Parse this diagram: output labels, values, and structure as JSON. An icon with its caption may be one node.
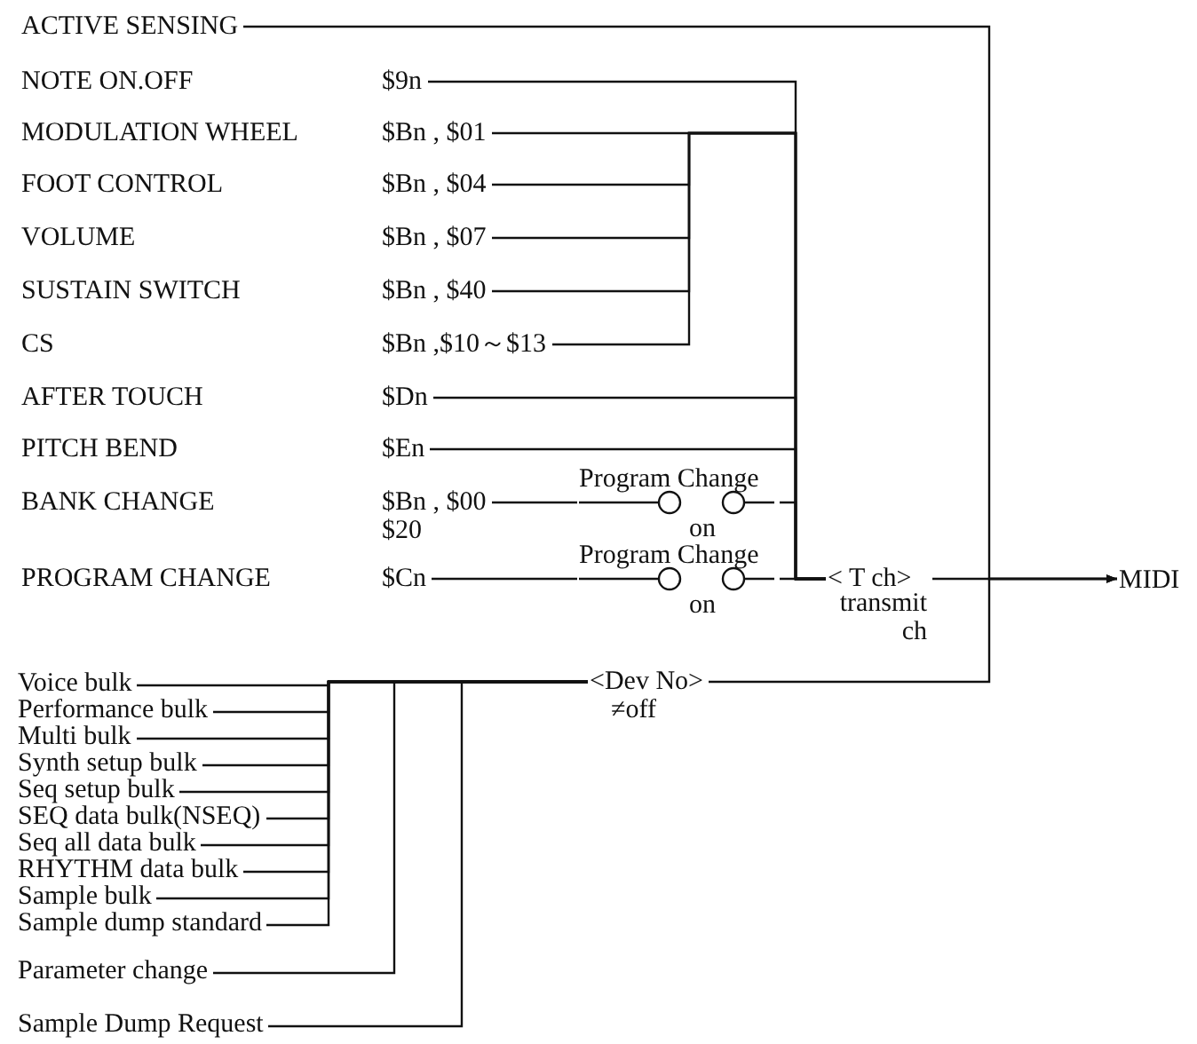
{
  "diagram": {
    "nodes": [
      {
        "text": [
          "ACTIVE SENSING"
        ]
      },
      {
        "text": [
          "NOTE ON.OFF",
          "$9n"
        ]
      },
      {
        "text": [
          "MODULATION WHEEL",
          "$Bn , $01"
        ]
      },
      {
        "text": [
          "FOOT CONTROL",
          "$Bn , $04"
        ]
      },
      {
        "text": [
          "VOLUME",
          "$Bn , $07"
        ]
      },
      {
        "text": [
          "SUSTAIN SWITCH",
          "$Bn , $40"
        ]
      },
      {
        "text": [
          "CS",
          "$Bn ,$10～$13"
        ]
      },
      {
        "text": [
          "AFTER TOUCH",
          "$Dn"
        ]
      },
      {
        "text": [
          "PITCH BEND",
          "$En"
        ]
      },
      {
        "text": [
          "BANK CHANGE",
          "$Bn , $00 $20"
        ]
      },
      {
        "text": [
          "PROGRAM CHANGE",
          "$Cn"
        ]
      },
      {
        "text": [
          "Program Change",
          "on"
        ]
      },
      {
        "text": [
          "Program Change",
          "on"
        ]
      },
      {
        "text": [
          "< T ch>",
          "transmit ch"
        ]
      },
      {
        "text": [
          "MIDI"
        ]
      },
      {
        "text": [
          "<Dev No>",
          "≠off"
        ]
      },
      {
        "text": [
          "Voice bulk"
        ]
      },
      {
        "text": [
          "Performance bulk"
        ]
      },
      {
        "text": [
          "Multi bulk"
        ]
      },
      {
        "text": [
          "Synth setup bulk"
        ]
      },
      {
        "text": [
          "Seq setup bulk"
        ]
      },
      {
        "text": [
          "SEQ data bulk(NSEQ)"
        ]
      },
      {
        "text": [
          "Seq all data bulk"
        ]
      },
      {
        "text": [
          "RHYTHM data bulk"
        ]
      },
      {
        "text": [
          "Sample bulk"
        ]
      },
      {
        "text": [
          "Sample dump standard"
        ]
      },
      {
        "text": [
          "Parameter change"
        ]
      },
      {
        "text": [
          "Sample Dump Request"
        ]
      }
    ],
    "edges": [
      {
        "from": 0,
        "to": 14,
        "arrow": "to"
      },
      {
        "from": 1,
        "to": 13,
        "arrow": "none"
      },
      {
        "from": 2,
        "to": 13,
        "arrow": "none"
      },
      {
        "from": 3,
        "to": 13,
        "arrow": "none"
      },
      {
        "from": 4,
        "to": 13,
        "arrow": "none"
      },
      {
        "from": 5,
        "to": 13,
        "arrow": "none"
      },
      {
        "from": 6,
        "to": 13,
        "arrow": "none"
      },
      {
        "from": 7,
        "to": 13,
        "arrow": "none"
      },
      {
        "from": 8,
        "to": 13,
        "arrow": "none"
      },
      {
        "from": 9,
        "to": 11,
        "arrow": "none"
      },
      {
        "from": 11,
        "to": 13,
        "arrow": "none"
      },
      {
        "from": 10,
        "to": 12,
        "arrow": "none"
      },
      {
        "from": 12,
        "to": 13,
        "arrow": "none"
      },
      {
        "from": 13,
        "to": 14,
        "arrow": "to"
      },
      {
        "from": 15,
        "to": 14,
        "arrow": "to"
      },
      {
        "from": 16,
        "to": 15,
        "arrow": "none"
      },
      {
        "from": 17,
        "to": 15,
        "arrow": "none"
      },
      {
        "from": 18,
        "to": 15,
        "arrow": "none"
      },
      {
        "from": 19,
        "to": 15,
        "arrow": "none"
      },
      {
        "from": 20,
        "to": 15,
        "arrow": "none"
      },
      {
        "from": 21,
        "to": 15,
        "arrow": "none"
      },
      {
        "from": 22,
        "to": 15,
        "arrow": "none"
      },
      {
        "from": 23,
        "to": 15,
        "arrow": "none"
      },
      {
        "from": 24,
        "to": 15,
        "arrow": "none"
      },
      {
        "from": 25,
        "to": 15,
        "arrow": "none"
      },
      {
        "from": 26,
        "to": 15,
        "arrow": "none"
      },
      {
        "from": 27,
        "to": 15,
        "arrow": "none"
      }
    ]
  }
}
